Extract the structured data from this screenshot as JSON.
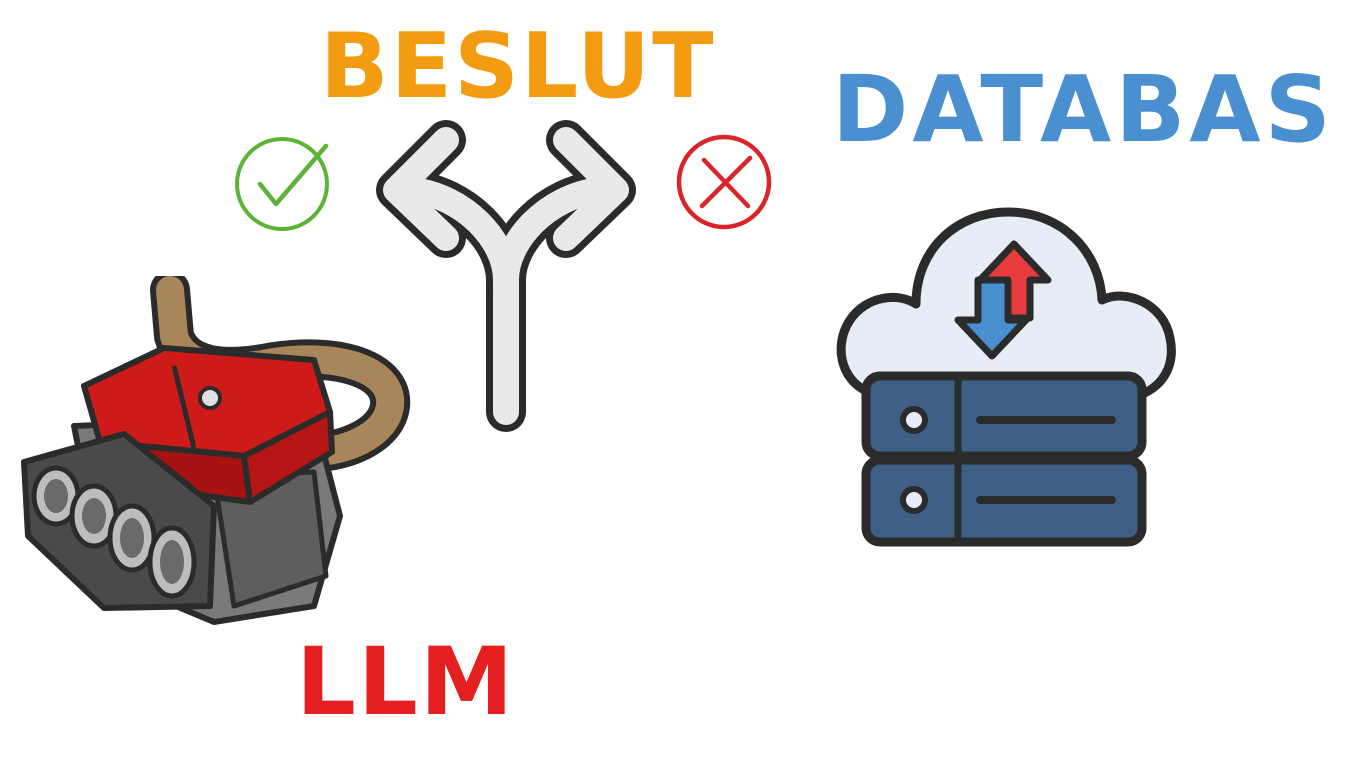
{
  "labels": {
    "decision": "BESLUT",
    "database": "DATABAS",
    "model": "LLM"
  },
  "colors": {
    "decision": "#f39c12",
    "database": "#4a90d0",
    "model": "#e51f1f",
    "check": "#5cb338",
    "cross": "#d9252a",
    "server": "#3e5f85",
    "cloud": "#e6edf6",
    "engine_red": "#cf1a1a",
    "engine_grey": "#7a7a7a",
    "pipe": "#a8865a"
  },
  "icons": {
    "check": "check-circle-icon",
    "cross": "cross-circle-icon",
    "fork": "fork-arrow-icon",
    "engine": "engine-icon",
    "database": "cloud-database-icon"
  }
}
